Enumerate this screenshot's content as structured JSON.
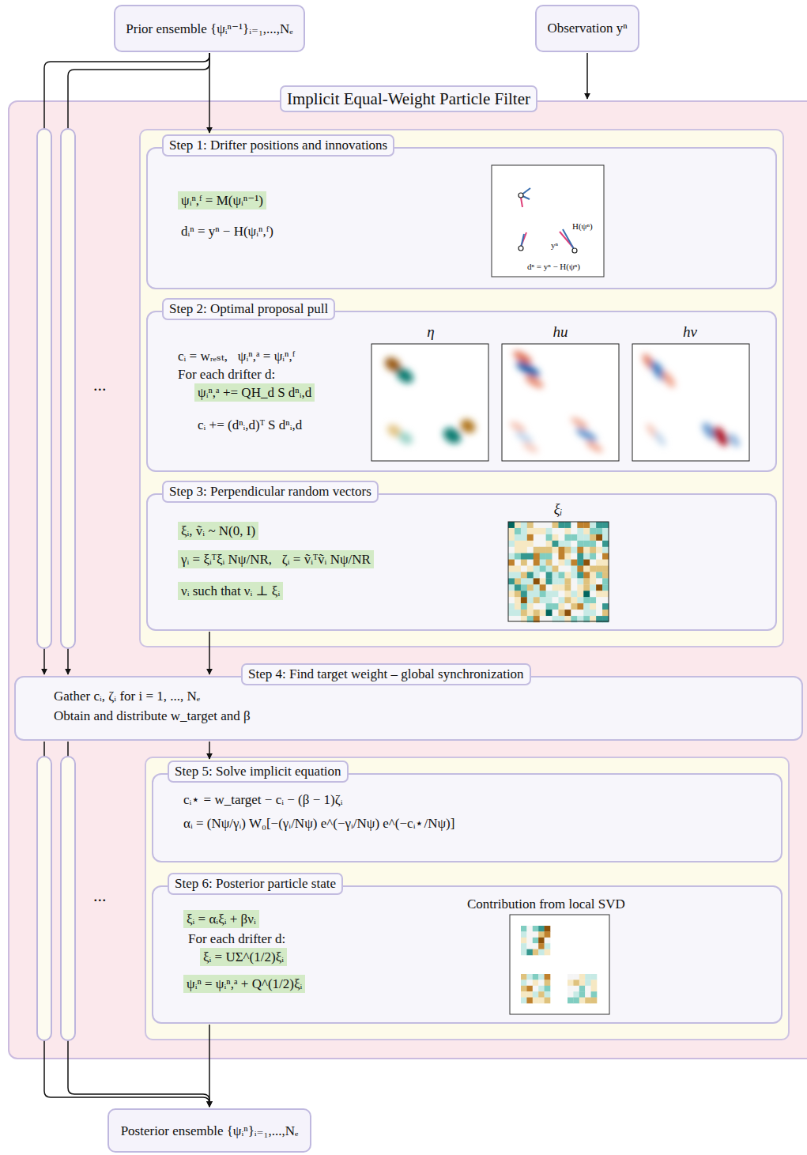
{
  "diagram": {
    "nodes": [
      {
        "text": [
          "Prior ensemble {ψᵢⁿ⁻¹}ᵢ₌₁,...,Nₑ"
        ]
      },
      {
        "text": [
          "Observation yⁿ"
        ]
      },
      {
        "text": [
          "Implicit Equal-Weight Particle Filter"
        ]
      },
      {
        "text": [
          "Step 1: Drifter positions and innovations",
          "ψᵢⁿ,ᶠ = M(ψᵢⁿ⁻¹)",
          "dᵢⁿ = yⁿ − H(ψᵢⁿ,ᶠ)"
        ],
        "in": 2
      },
      {
        "text": [
          "Step 2: Optimal proposal pull",
          "cᵢ = wᵣₑₛₜ,   ψᵢⁿ,ᵃ = ψᵢⁿ,ᶠ",
          "For each drifter d:",
          "ψᵢⁿ,ᵃ += QH_d S dⁿᵢ,d",
          "cᵢ += (dⁿᵢ,d)ᵀ S dⁿᵢ,d"
        ],
        "in": 2
      },
      {
        "text": [
          "Step 3: Perpendicular random vectors",
          "ξᵢ, ṽᵢ ~ N(0, I)",
          "γᵢ = ξᵢᵀξᵢ Nψ/NR,   ζᵢ = ṽᵢᵀṽᵢ Nψ/NR",
          "νᵢ such that νᵢ ⊥ ξᵢ"
        ],
        "in": 2
      },
      {
        "text": [
          "Step 4: Find target weight – global synchronization",
          "Gather cᵢ, ζᵢ for i = 1, ..., Nₑ",
          "Obtain and distribute w_target and β"
        ],
        "in": 2
      },
      {
        "text": [
          "Step 5: Solve implicit equation",
          "cᵢ⋆ = w_target − cᵢ − (β − 1)ζᵢ",
          "αᵢ = (Nψ/γᵢ) W₀[−(γᵢ/Nψ) e^(−γᵢ/Nψ) e^(−cᵢ⋆/Nψ)]"
        ],
        "in": 2
      },
      {
        "text": [
          "Step 6: Posterior particle state",
          "ξᵢ = αᵢξᵢ + βνᵢ",
          "For each drifter d:",
          "ξᵢ = UΣ^(1/2)ξᵢ",
          "ψᵢⁿ = ψᵢⁿ,ᵃ + Q^(1/2)ξᵢ",
          "Contribution from local SVD"
        ],
        "in": 2
      },
      {
        "text": [
          "Posterior ensemble {ψᵢⁿ}ᵢ₌₁,...,Nₑ"
        ]
      }
    ],
    "edges": [
      {
        "from": 0,
        "to": 3,
        "arrow": "to"
      },
      {
        "from": 0,
        "to": 6,
        "arrow": "to"
      },
      {
        "from": 0,
        "to": 6,
        "arrow": "to"
      },
      {
        "from": 1,
        "to": 2,
        "arrow": "to"
      },
      {
        "from": 5,
        "to": 6,
        "arrow": "to"
      },
      {
        "from": 6,
        "to": 7,
        "arrow": "to"
      },
      {
        "from": 6,
        "to": 9,
        "arrow": "to"
      },
      {
        "from": 6,
        "to": 9,
        "arrow": "to"
      },
      {
        "from": 8,
        "to": 9,
        "arrow": "to"
      }
    ],
    "labels": [
      "...",
      "...",
      "H(ψⁿ)",
      "yⁿ",
      "dⁿ = yⁿ − H(ψⁿ)",
      "η",
      "hu",
      "hv",
      "ξᵢ"
    ]
  }
}
